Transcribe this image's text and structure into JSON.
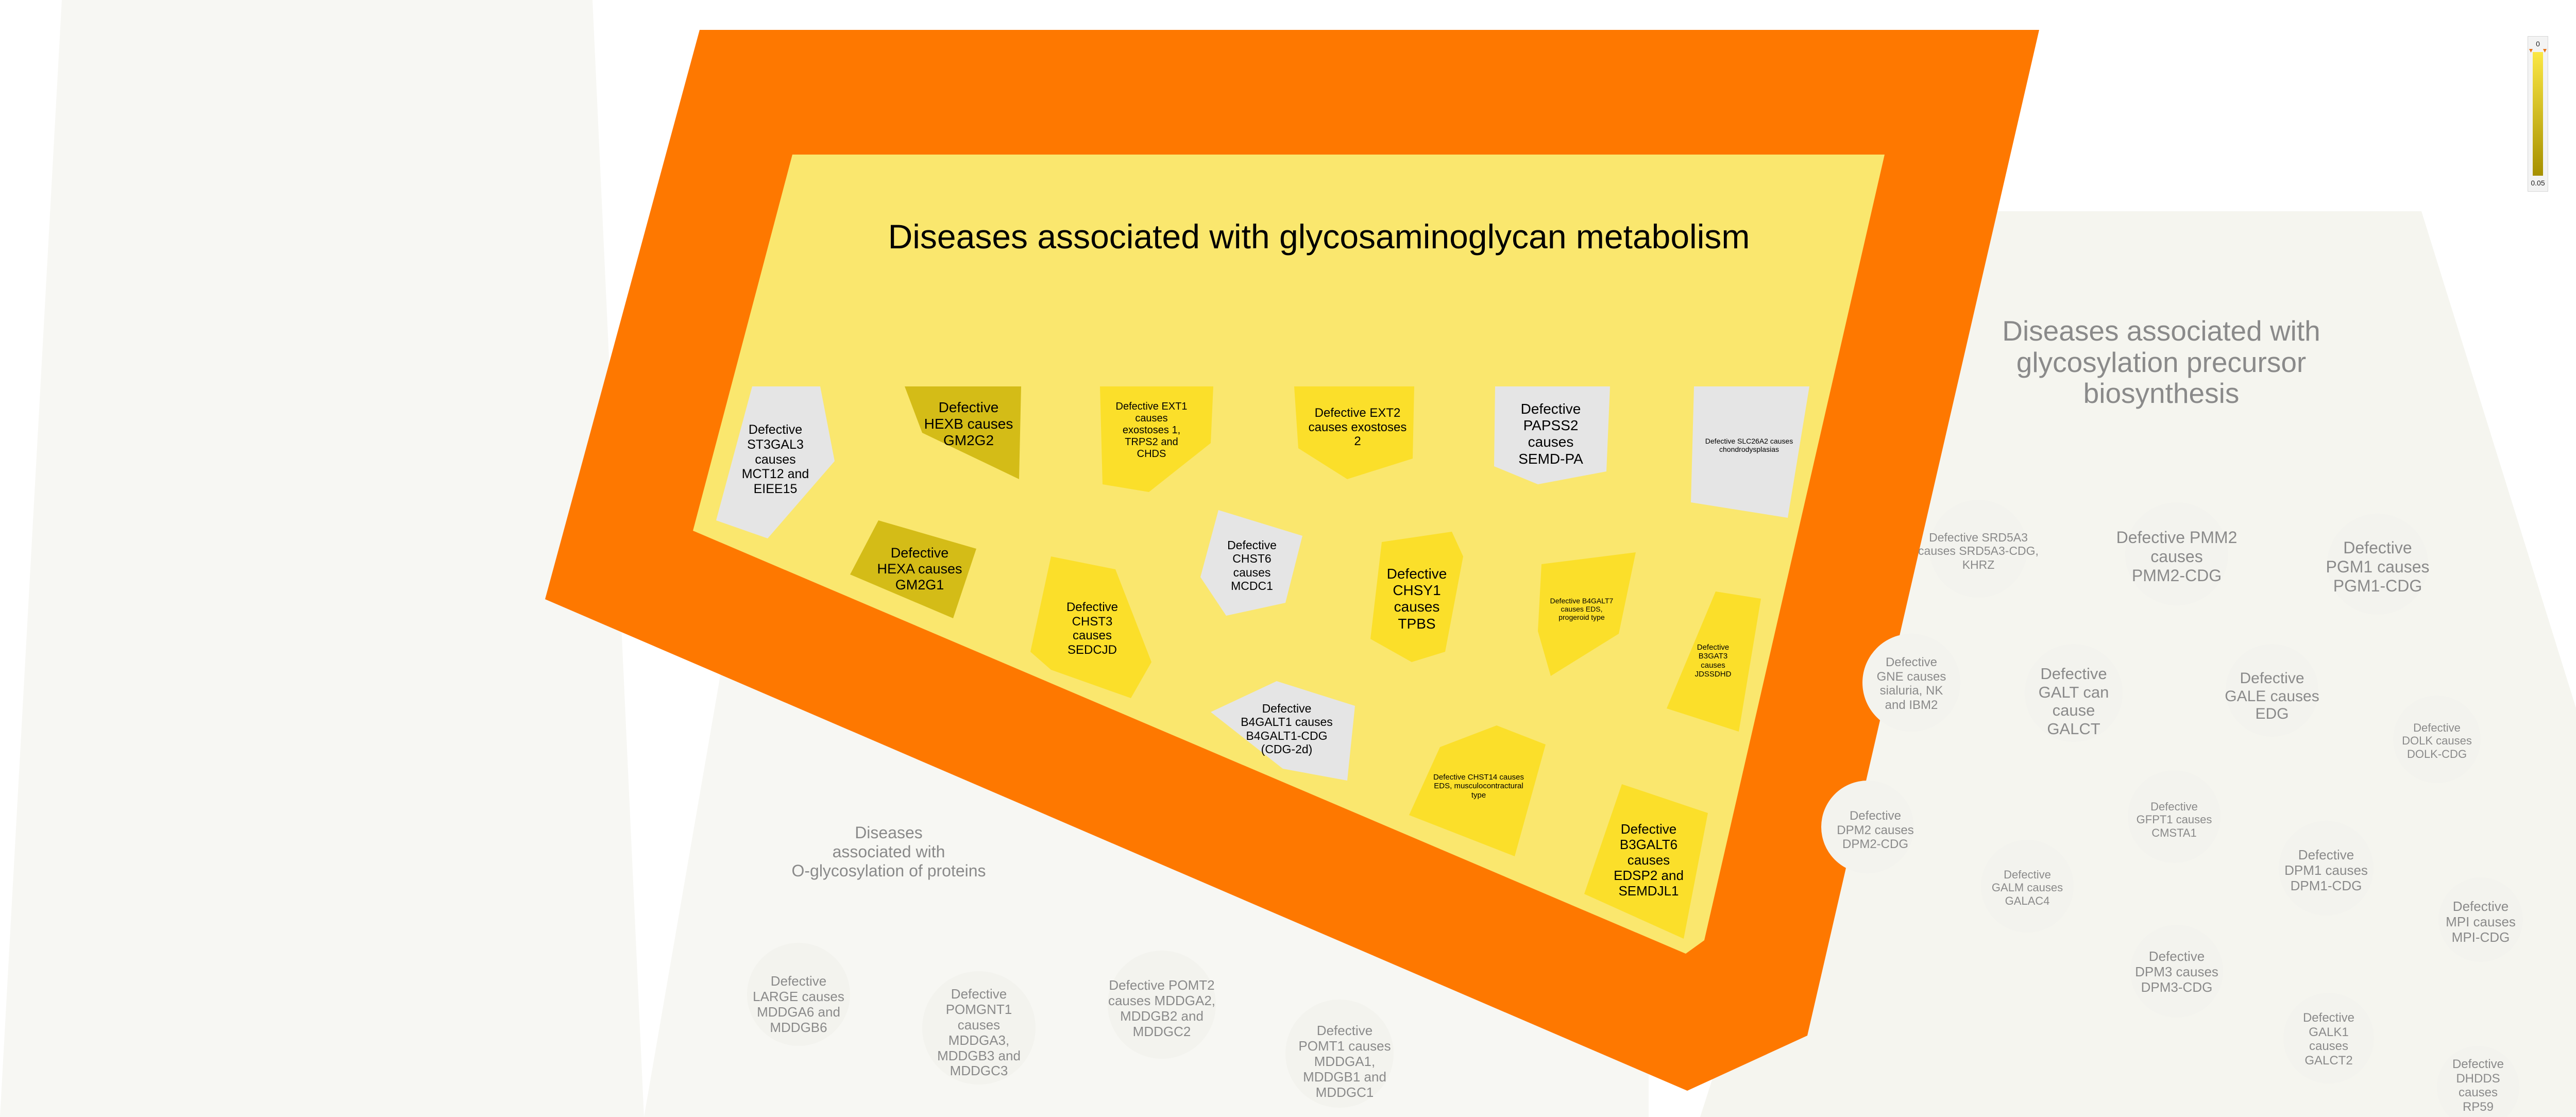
{
  "pathways": {
    "main": {
      "title": "Diseases associated with glycosaminoglycan metabolism"
    },
    "right": {
      "title_lines": [
        "Diseases associated with",
        "glycosylation precursor",
        "biosynthesis"
      ]
    },
    "left": {
      "title_lines": [
        "Diseases",
        "associated with",
        "O-glycosylation of proteins"
      ]
    }
  },
  "main_nodes": [
    {
      "id": "st3gal3",
      "lines": [
        "Defective",
        "ST3GAL3",
        "causes",
        "MCT12 and",
        "EIEE15"
      ],
      "fill": "#e5e5e5"
    },
    {
      "id": "hexb",
      "lines": [
        "Defective",
        "HEXB causes",
        "GM2G2"
      ],
      "fill": "#d4bc17"
    },
    {
      "id": "ext1",
      "lines": [
        "Defective EXT1",
        "causes",
        "exostoses 1,",
        "TRPS2 and",
        "CHDS"
      ],
      "fill": "#fbdf2a"
    },
    {
      "id": "ext2",
      "lines": [
        "Defective EXT2",
        "causes exostoses",
        "2"
      ],
      "fill": "#fbdf2a"
    },
    {
      "id": "papss2",
      "lines": [
        "Defective",
        "PAPSS2",
        "causes",
        "SEMD-PA"
      ],
      "fill": "#e5e5e5"
    },
    {
      "id": "slc26a2",
      "lines": [
        "Defective SLC26A2 causes",
        "chondrodysplasias"
      ],
      "fill": "#e5e5e5"
    },
    {
      "id": "hexa",
      "lines": [
        "Defective",
        "HEXA causes",
        "GM2G1"
      ],
      "fill": "#d4bc17"
    },
    {
      "id": "chst6",
      "lines": [
        "Defective",
        "CHST6",
        "causes",
        "MCDC1"
      ],
      "fill": "#e5e5e5"
    },
    {
      "id": "chsy1",
      "lines": [
        "Defective",
        "CHSY1",
        "causes",
        "TPBS"
      ],
      "fill": "#fbdf2a"
    },
    {
      "id": "b4galt7",
      "lines": [
        "Defective B4GALT7",
        "causes EDS,",
        "progeroid type"
      ],
      "fill": "#fbdf2a"
    },
    {
      "id": "chst3",
      "lines": [
        "Defective",
        "CHST3",
        "causes",
        "SEDCJD"
      ],
      "fill": "#fbdf2a"
    },
    {
      "id": "b3gat3",
      "lines": [
        "Defective",
        "B3GAT3",
        "causes",
        "JDSSDHD"
      ],
      "fill": "#fbdf2a"
    },
    {
      "id": "b4galt1",
      "lines": [
        "Defective",
        "B4GALT1 causes",
        "B4GALT1-CDG",
        "(CDG-2d)"
      ],
      "fill": "#e5e5e5"
    },
    {
      "id": "chst14",
      "lines": [
        "Defective CHST14 causes",
        "EDS, musculocontractural",
        "type"
      ],
      "fill": "#fbdf2a"
    },
    {
      "id": "b3galt6",
      "lines": [
        "Defective",
        "B3GALT6",
        "causes",
        "EDSP2 and",
        "SEMDJL1"
      ],
      "fill": "#fbdf2a"
    }
  ],
  "right_nodes": [
    {
      "id": "srd5a3",
      "lines": [
        "Defective SRD5A3",
        "causes SRD5A3-CDG,",
        "KHRZ"
      ]
    },
    {
      "id": "pmm2",
      "lines": [
        "Defective PMM2",
        "causes",
        "PMM2-CDG"
      ]
    },
    {
      "id": "pgm1",
      "lines": [
        "Defective",
        "PGM1 causes",
        "PGM1-CDG"
      ]
    },
    {
      "id": "gne",
      "lines": [
        "Defective",
        "GNE causes",
        "sialuria, NK",
        "and IBM2"
      ]
    },
    {
      "id": "galt",
      "lines": [
        "Defective",
        "GALT can",
        "cause",
        "GALCT"
      ]
    },
    {
      "id": "gale",
      "lines": [
        "Defective",
        "GALE causes",
        "EDG"
      ]
    },
    {
      "id": "dolk",
      "lines": [
        "Defective",
        "DOLK causes",
        "DOLK-CDG"
      ]
    },
    {
      "id": "dpm2",
      "lines": [
        "Defective",
        "DPM2 causes",
        "DPM2-CDG"
      ]
    },
    {
      "id": "gfpt1",
      "lines": [
        "Defective",
        "GFPT1 causes",
        "CMSTA1"
      ]
    },
    {
      "id": "galm",
      "lines": [
        "Defective",
        "GALM causes",
        "GALAC4"
      ]
    },
    {
      "id": "dpm1",
      "lines": [
        "Defective",
        "DPM1 causes",
        "DPM1-CDG"
      ]
    },
    {
      "id": "mpi",
      "lines": [
        "Defective",
        "MPI causes",
        "MPI-CDG"
      ]
    },
    {
      "id": "dpm3",
      "lines": [
        "Defective",
        "DPM3 causes",
        "DPM3-CDG"
      ]
    },
    {
      "id": "galk1",
      "lines": [
        "Defective",
        "GALK1",
        "causes",
        "GALCT2"
      ]
    },
    {
      "id": "dhdds",
      "lines": [
        "Defective",
        "DHDDS",
        "causes",
        "RP59"
      ]
    }
  ],
  "left_nodes": [
    {
      "id": "large",
      "lines": [
        "Defective",
        "LARGE causes",
        "MDDGA6 and",
        "MDDGB6"
      ]
    },
    {
      "id": "pomgnt1",
      "lines": [
        "Defective",
        "POMGNT1",
        "causes",
        "MDDGA3,",
        "MDDGB3 and",
        "MDDGC3"
      ]
    },
    {
      "id": "pomt2",
      "lines": [
        "Defective POMT2",
        "causes MDDGA2,",
        "MDDGB2 and",
        "MDDGC2"
      ]
    },
    {
      "id": "pomt1",
      "lines": [
        "Defective",
        "POMT1 causes",
        "MDDGA1,",
        "MDDGB1 and",
        "MDDGC1"
      ]
    }
  ],
  "legend": {
    "top_label": "0",
    "bottom_label": "0.05",
    "high_color": "#fbe744",
    "low_color": "#a69000"
  },
  "colors": {
    "frame": "#fe7800",
    "inner": "#fae76e",
    "gray_node": "#e5e5e5",
    "dark_node": "#d4bc17",
    "bright_node": "#fbdf2a",
    "faded": "#8a8a8a"
  }
}
